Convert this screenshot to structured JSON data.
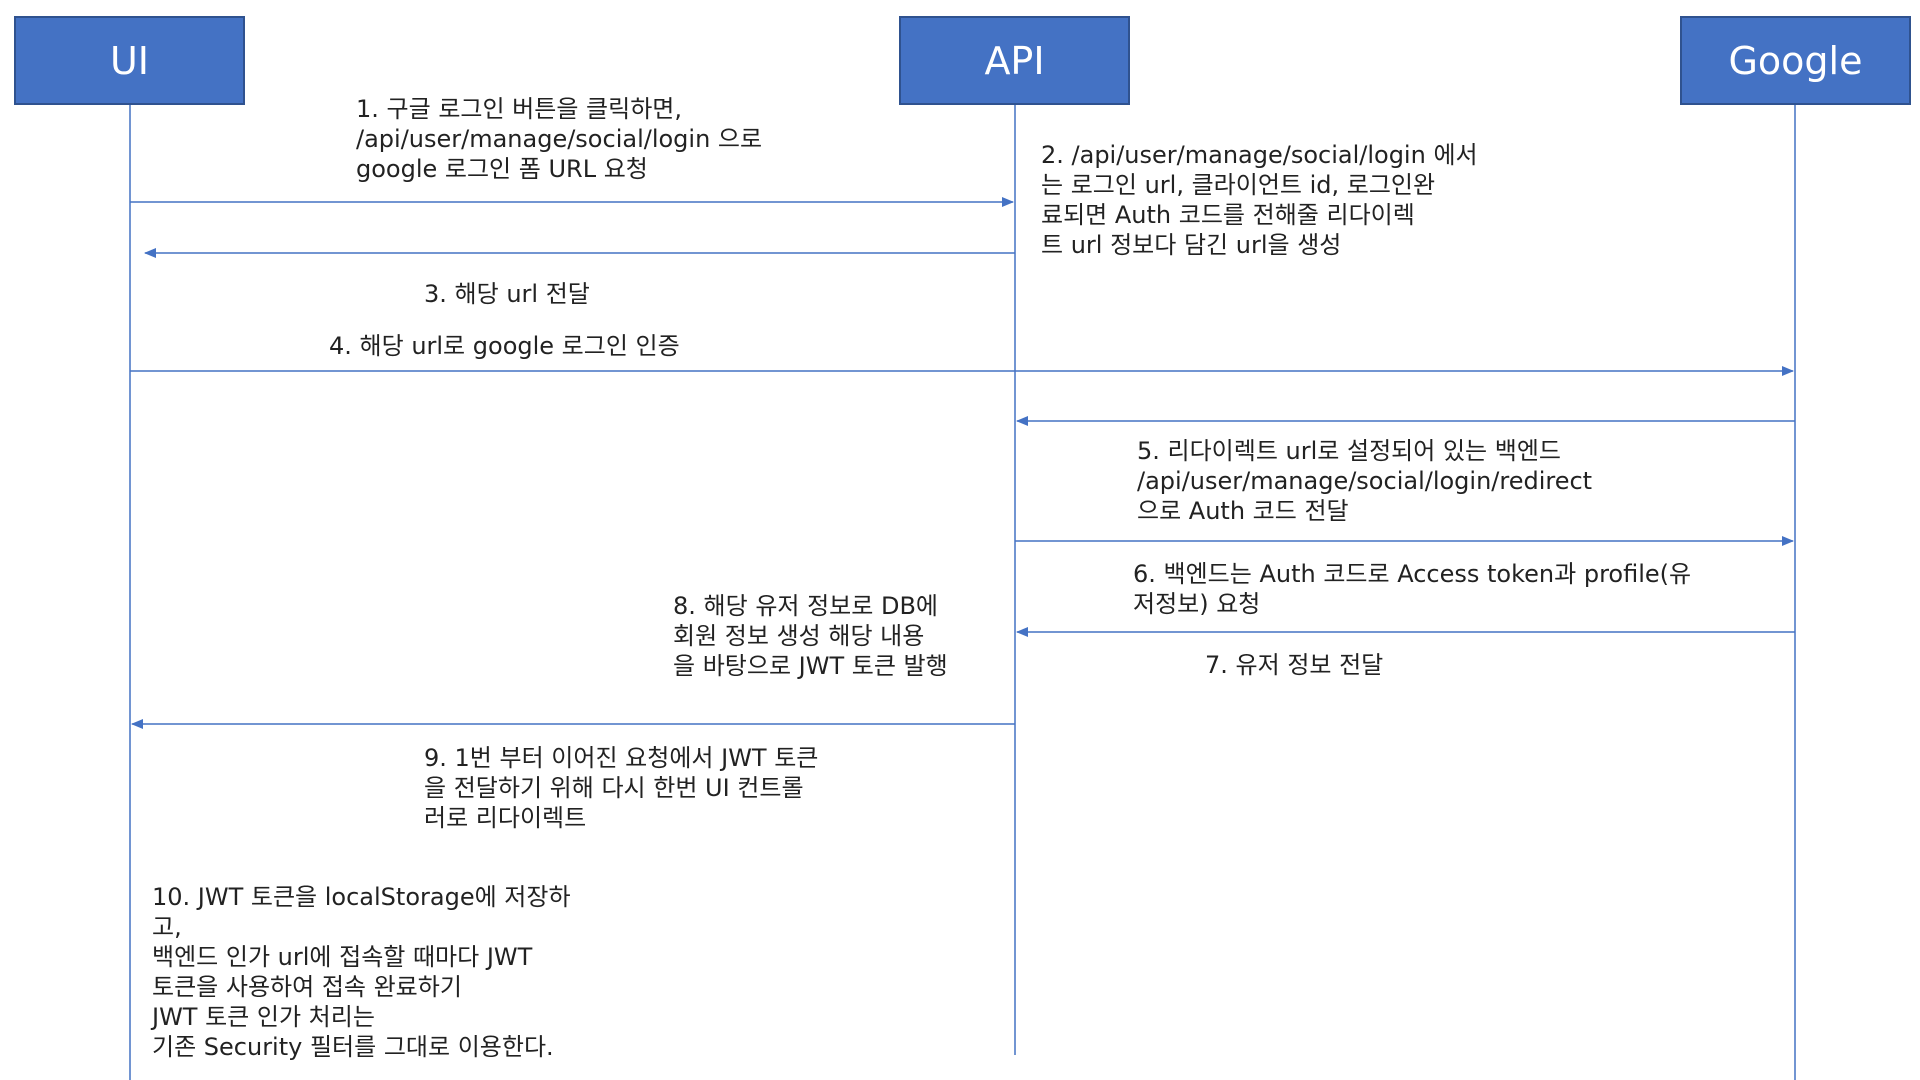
{
  "actors": {
    "ui": "UI",
    "api": "API",
    "google": "Google"
  },
  "messages": {
    "m1": "1. 구글 로그인 버튼을 클릭하면,\n/api/user/manage/social/login 으로\ngoogle 로그인 폼 URL 요청",
    "m2": "2. /api/user/manage/social/login 에서\n는 로그인 url, 클라이언트 id, 로그인완\n료되면 Auth 코드를 전해줄 리다이렉\n트 url 정보다 담긴 url을 생성",
    "m3": "3. 해당 url 전달",
    "m4": "4. 해당 url로 google 로그인 인증",
    "m5": "5. 리다이렉트 url로 설정되어 있는 백엔드\n/api/user/manage/social/login/redirect\n으로 Auth 코드 전달",
    "m6": "6. 백엔드는 Auth 코드로 Access token과 profile(유\n저정보) 요청",
    "m7": "7. 유저 정보 전달",
    "m8": "8. 해당 유저 정보로 DB에\n회원 정보 생성 해당 내용\n을 바탕으로 JWT 토큰 발행",
    "m9": "9. 1번 부터 이어진 요청에서 JWT 토큰\n을 전달하기 위해 다시 한번 UI 컨트롤\n러로 리다이렉트",
    "m10": "10. JWT 토큰을 localStorage에 저장하\n고,\n백엔드 인가 url에 접속할 때마다 JWT\n토큰을 사용하여 접속 완료하기\nJWT 토큰 인가 처리는\n기존 Security 필터를 그대로 이용한다."
  },
  "colors": {
    "actor_fill": "#4472C4",
    "actor_border": "#2F528F",
    "line": "#4472C4",
    "text": "#222222"
  }
}
